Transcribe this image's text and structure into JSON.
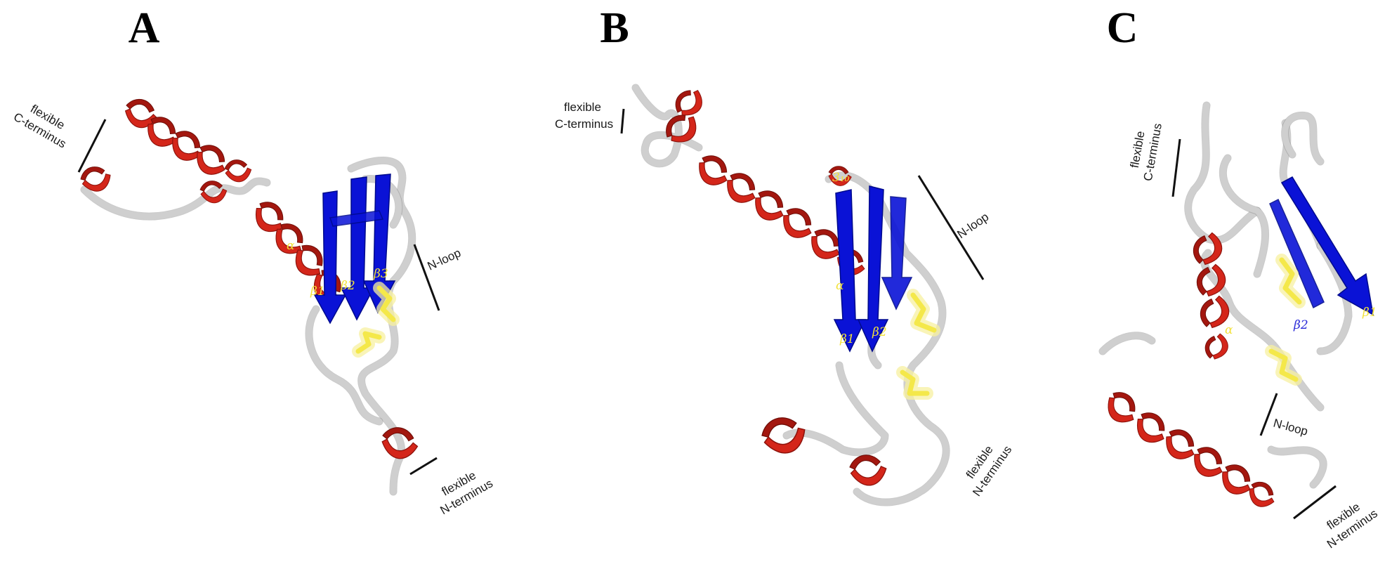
{
  "colors": {
    "helix": "#d4261a",
    "strand": "#0a12d6",
    "coil": "#cfcfcf",
    "disulfide": "#f4e84a",
    "label_text": "#1a1a1a"
  },
  "panels": [
    {
      "letter": "A",
      "labels": {
        "c_terminus_line1": "flexible",
        "c_terminus_line2": "C-terminus",
        "n_loop": "N-loop",
        "n_terminus_line1": "flexible",
        "n_terminus_line2": "N-terminus",
        "alpha": "α",
        "beta1": "β1",
        "beta2": "β2",
        "beta3": "β3"
      }
    },
    {
      "letter": "B",
      "labels": {
        "c_terminus_line1": "flexible",
        "c_terminus_line2": "C-terminus",
        "n_loop": "N-loop",
        "n_terminus_line1": "flexible",
        "n_terminus_line2": "N-terminus",
        "three_ten": "3₁₀",
        "alpha": "α",
        "beta1": "β1",
        "beta2": "β2"
      }
    },
    {
      "letter": "C",
      "labels": {
        "c_terminus_line1": "flexible",
        "c_terminus_line2": "C-terminus",
        "n_loop": "N-loop",
        "n_terminus_line1": "flexible",
        "n_terminus_line2": "N-terminus",
        "alpha": "α",
        "beta1": "β1",
        "beta2": "β2"
      }
    }
  ]
}
